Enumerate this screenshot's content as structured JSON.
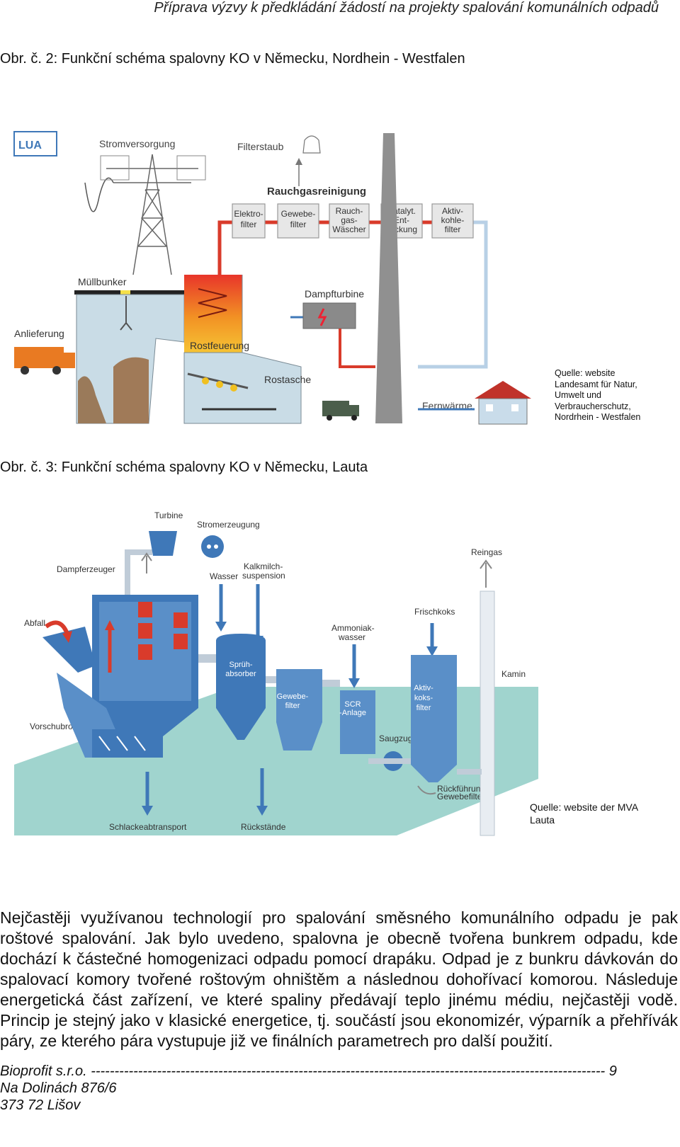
{
  "header": {
    "title": "Příprava výzvy k předkládání žádostí na projekty spalování komunálních odpadů"
  },
  "figure2": {
    "caption": "Obr. č. 2: Funkční schéma spalovny KO v Německu, Nordhein - Westfalen",
    "labels": {
      "stromversorgung": "Stromversorgung",
      "filterstaub": "Filterstaub",
      "rauchgasreinigung": "Rauchgasreinigung",
      "elektrofilter": [
        "Elektro-",
        "filter"
      ],
      "gewebefilter": [
        "Gewebe-",
        "filter"
      ],
      "rauchgaswaescher": [
        "Rauch-",
        "gas-",
        "Wäscher"
      ],
      "katalyt": [
        "Katalyt.",
        "Ent-",
        "stickung"
      ],
      "aktivkohle": [
        "Aktiv-",
        "kohle-",
        "filter"
      ],
      "muellbunker": "Müllbunker",
      "dampfturbine": "Dampfturbine",
      "anlieferung": "Anlieferung",
      "rostfeuerung": "Rostfeuerung",
      "rostasche": "Rostasche",
      "fernwaerme": "Fernwärme"
    },
    "source": [
      "Quelle: website",
      "Landesamt für Natur,",
      "Umwelt und",
      "Verbraucherschutz,",
      "Nordrhein - Westfalen"
    ]
  },
  "figure3": {
    "caption": "Obr. č. 3: Funkční schéma spalovny KO v Německu, Lauta",
    "labels": {
      "turbine": "Turbine",
      "stromerzeugung": "Stromerzeugung",
      "dampferzeuger": "Dampferzeuger",
      "wasser": "Wasser",
      "kalkmilch": [
        "Kalkmilch-",
        "suspension"
      ],
      "reingas": "Reingas",
      "abfall": "Abfall",
      "frischkoks": "Frischkoks",
      "ammoniakwasser": [
        "Ammoniak-",
        "wasser"
      ],
      "spruehabsorber": [
        "Sprüh-",
        "absorber"
      ],
      "gewebefilter": [
        "Gewebe-",
        "filter"
      ],
      "scr": [
        "SCR",
        "-Anlage"
      ],
      "aktivkoks": [
        "Aktiv-",
        "koks-",
        "filter"
      ],
      "kamin": "Kamin",
      "vorschubrost": "Vorschubrost",
      "saugzug": "Saugzug",
      "rueckfuehrung": [
        "Rückführung",
        "Gewebefilter"
      ],
      "schlacke": "Schlackeabtransport",
      "rueckstaende": "Rückstände"
    },
    "source": [
      "Quelle: website der MVA",
      "Lauta"
    ]
  },
  "body": {
    "paragraph": "Nejčastěji využívanou technologií pro spalování směsného komunálního odpadu je pak roštové spalování. Jak bylo uvedeno, spalovna je obecně tvořena bunkrem odpadu, kde dochází k částečné homogenizaci odpadu pomocí drapáku. Odpad je z bunkru dávkován do spalovací komory tvořené roštovým ohništěm a následnou dohořívací komorou. Následuje energetická část zařízení, ve které spaliny předávají teplo jinému médiu, nejčastěji vodě. Princip je stejný jako v klasické energetice, tj. součástí jsou ekonomizér, výparník a přehřívák páry, ze kterého pára vystupuje již ve finálních parametrech pro další použití."
  },
  "footer": {
    "company": "Bioprofit s.r.o.",
    "dashes": "-------------------------------------------------------------------------------------------------------------",
    "page": "9",
    "address1": "Na Dolinách 876/6",
    "address2": "373 72 Lišov"
  },
  "colors": {
    "steel_blue": "#3f78b8",
    "light_blue": "#b8d0e6",
    "red": "#d93b2b",
    "fire_orange": "#f08a20",
    "floor_teal": "#8fcdc6"
  }
}
